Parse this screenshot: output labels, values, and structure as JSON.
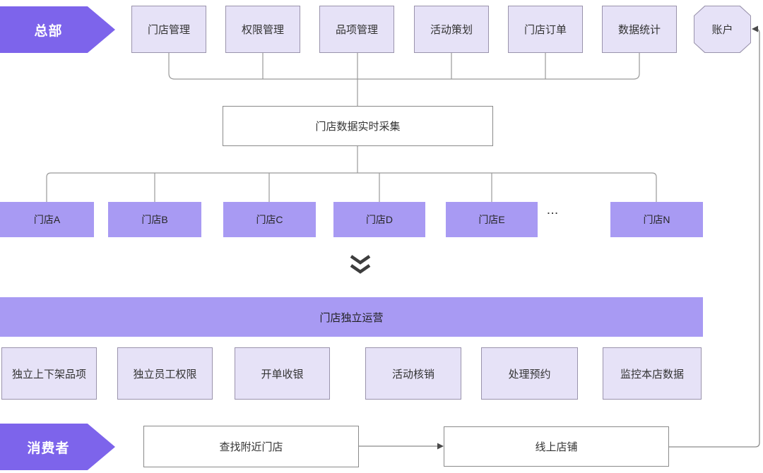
{
  "diagram": {
    "hq_banner": "总部",
    "consumer_banner": "消费者",
    "account": "账户",
    "hq_modules": [
      "门店管理",
      "权限管理",
      "品项管理",
      "活动策划",
      "门店订单",
      "数据统计"
    ],
    "collect_box": "门店数据实时采集",
    "stores": [
      "门店A",
      "门店B",
      "门店C",
      "门店D",
      "门店E",
      "门店N"
    ],
    "stores_ellipsis": "...",
    "operations_bar": "门店独立运营",
    "store_functions": [
      "独立上下架品项",
      "独立员工权限",
      "开单收银",
      "活动核销",
      "处理预约",
      "监控本店数据"
    ],
    "consumer_flow": {
      "find_store": "查找附近门店",
      "online_shop": "线上店铺"
    },
    "icons": {
      "down_chevron": "double-chevron-down-icon"
    },
    "colors": {
      "banner_purple": "#7d64eb",
      "node_purple": "#a89af3",
      "lavender_fill": "#e6e2f7",
      "lavender_border": "#9a93ac",
      "white_box_border": "#8a8a8a",
      "connector_gray": "#9a9a9a",
      "arrowhead_gray": "#4a4a4a",
      "chevron_dark": "#3d3d3d"
    }
  }
}
